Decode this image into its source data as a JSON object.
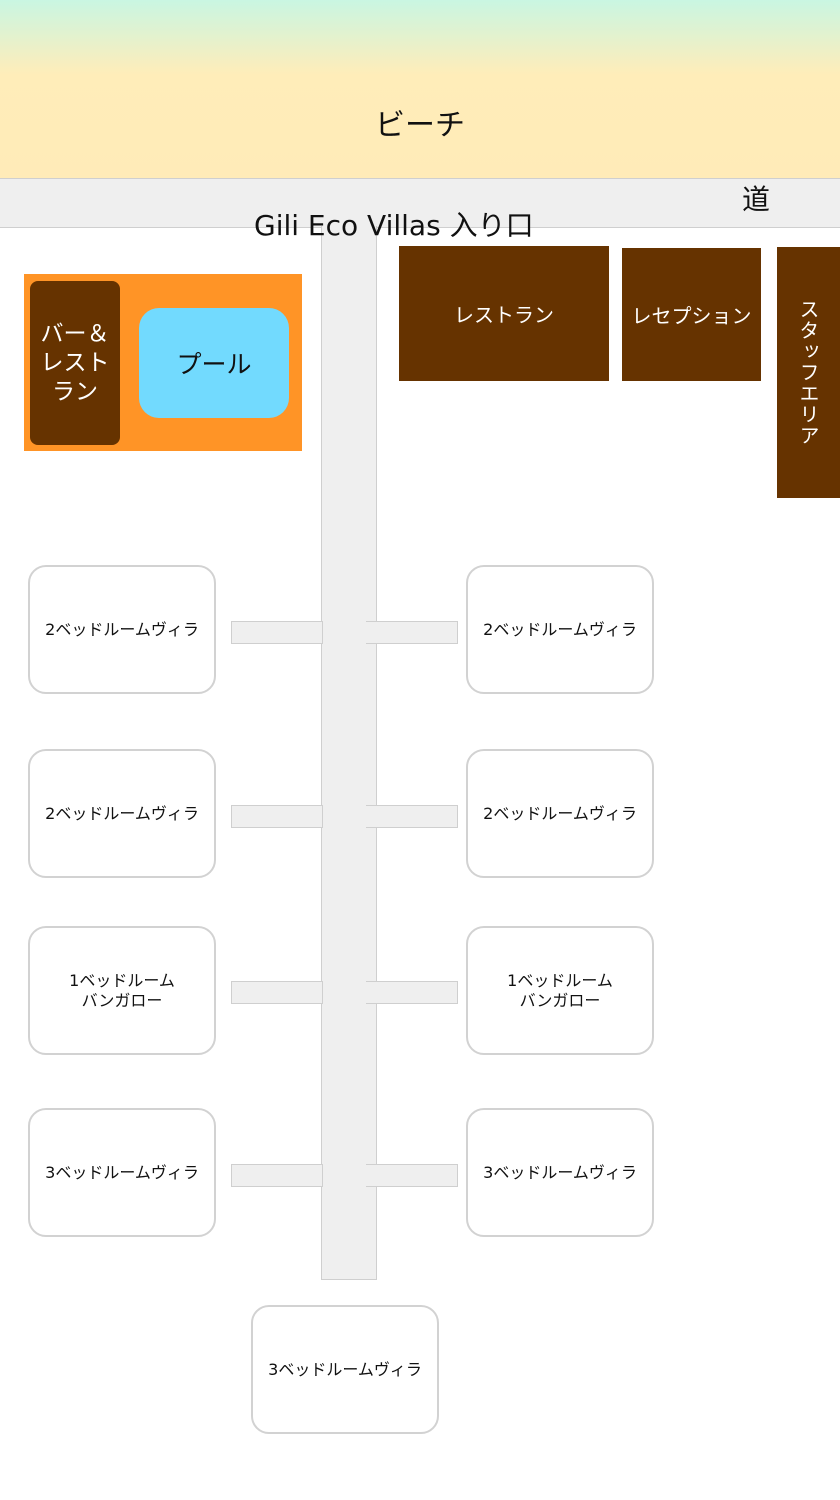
{
  "map": {
    "beach_label": "ビーチ",
    "road_label": "道",
    "entrance_label": "Gili Eco Villas 入り口",
    "pool_area": {
      "bar_label": "バー＆\nレストラン",
      "pool_label": "プール"
    },
    "facilities": {
      "restaurant": "レストラン",
      "reception": "レセプション",
      "staff_area": "スタッフエリア"
    },
    "villas": {
      "left": [
        "2ベッドルームヴィラ",
        "2ベッドルームヴィラ",
        "1ベッドルーム\nバンガロー",
        "3ベッドルームヴィラ"
      ],
      "right": [
        "2ベッドルームヴィラ",
        "2ベッドルームヴィラ",
        "1ベッドルーム\nバンガロー",
        "3ベッドルームヴィラ"
      ],
      "bottom": "3ベッドルームヴィラ"
    }
  },
  "colors": {
    "beach_top": "#c9f6e2",
    "beach_bottom": "#ffebb8",
    "path": "#efefef",
    "pool_area": "#ff9426",
    "building": "#663300",
    "pool_water": "#72dafe"
  }
}
